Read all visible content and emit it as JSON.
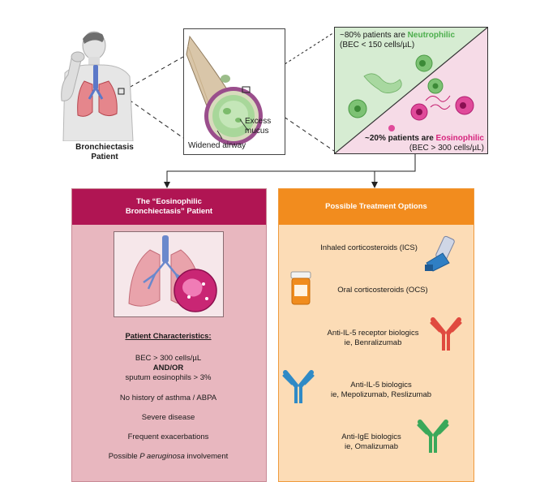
{
  "patient_label": "Bronchiectasis\nPatient",
  "airway": {
    "mucus_label": "Excess\nmucus",
    "widened_label": "Widened airway"
  },
  "phenotypes": {
    "neutro_prefix": "~80% patients are ",
    "neutro_word": "Neutrophilic",
    "neutro_bec": "(BEC < 150 cells/µL)",
    "eos_prefix": "~20% patients are ",
    "eos_word": "Eosinophilic",
    "eos_bec": "(BEC > 300 cells/µL)"
  },
  "left_panel": {
    "title_line1": "The “Eosinophilic",
    "title_line2": "Bronchiectasis” Patient",
    "char_heading": "Patient Characteristics:",
    "c1": "BEC > 300 cells/µL",
    "c2": "AND/OR",
    "c3": "sputum eosinophils > 3%",
    "c4": "No history of asthma / ABPA",
    "c5": "Severe disease",
    "c6": "Frequent exacerbations",
    "c7_prefix": "Possible ",
    "c7_italic": "P aeruginosa",
    "c7_suffix": " involvement"
  },
  "right_panel": {
    "title": "Possible Treatment Options",
    "t1": "Inhaled corticosteroids (ICS)",
    "t2": "Oral corticosteroids (OCS)",
    "t3a": "Anti-IL-5 receptor biologics",
    "t3b": "ie, Benralizumab",
    "t4a": "Anti-IL-5 biologics",
    "t4b": "ie, Mepolizumab, Reslizumab",
    "t5a": "Anti-IgE biologics",
    "t5b": "ie, Omalizumab"
  },
  "colors": {
    "neutro_green": "#4cae4c",
    "eos_magenta": "#d6247d",
    "left_header": "#b01553",
    "right_header": "#f28c1e"
  }
}
